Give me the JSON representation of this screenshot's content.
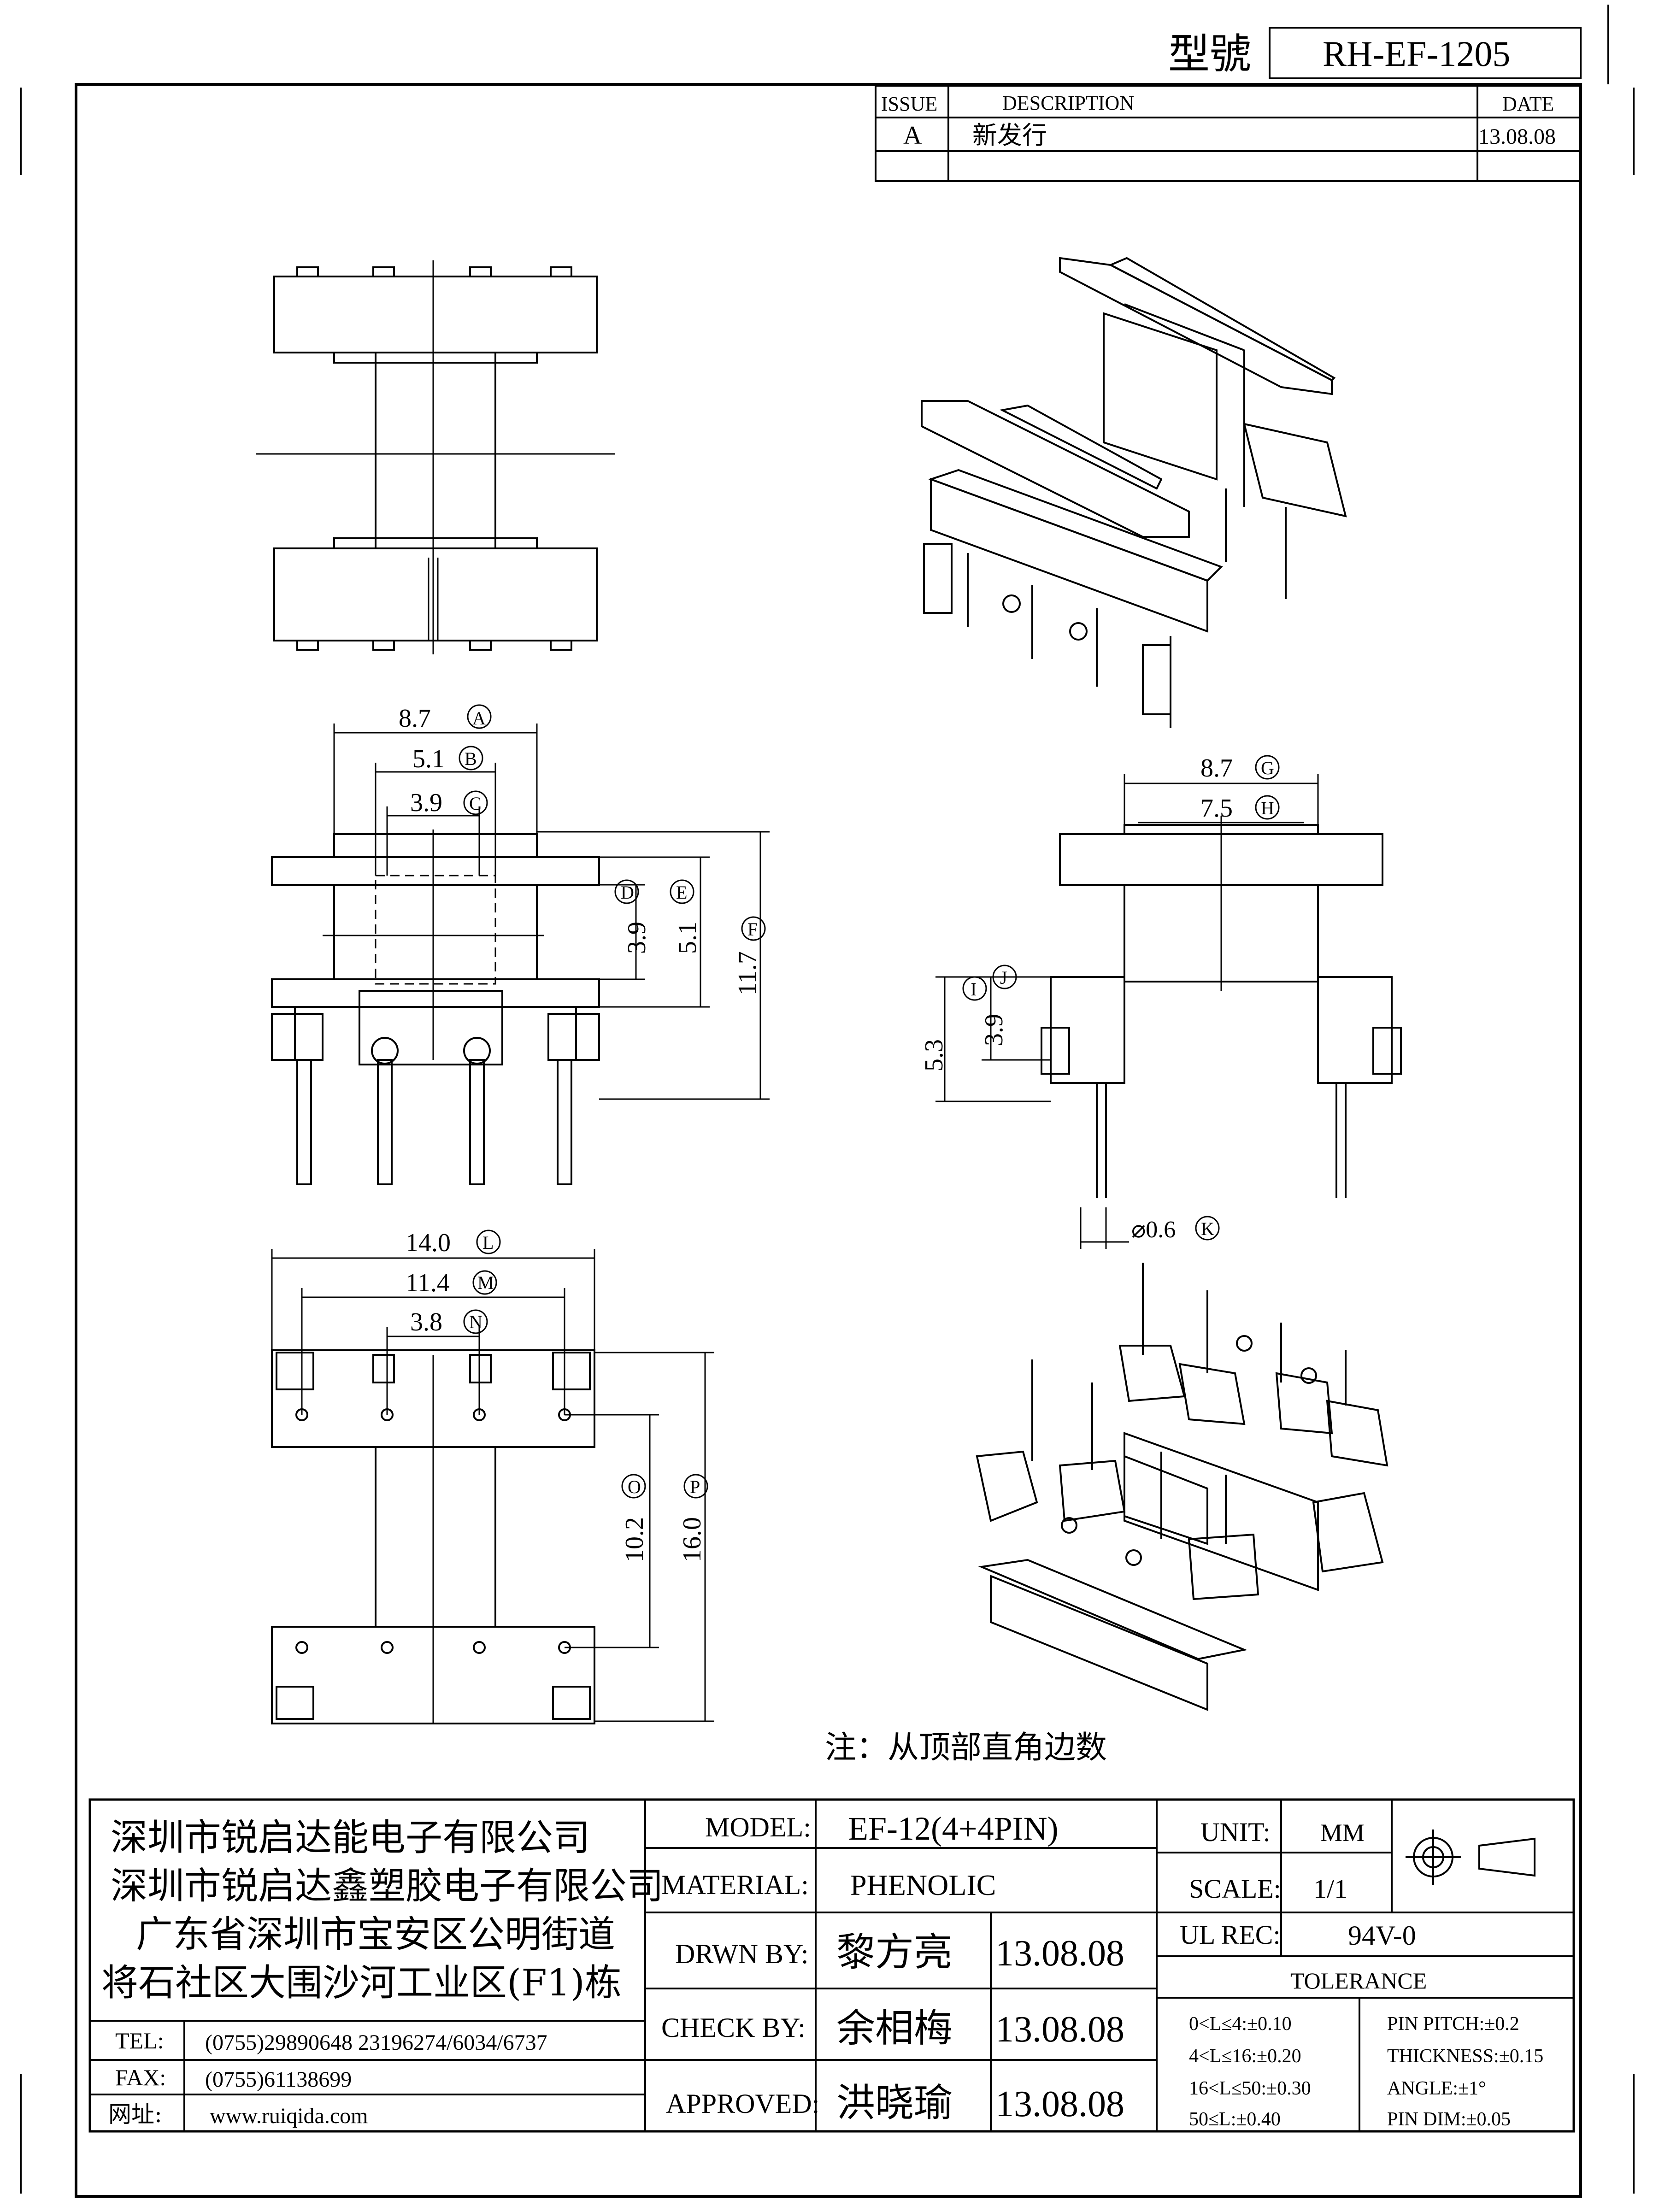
{
  "header": {
    "model_label": "型號",
    "model_no": "RH-EF-1205"
  },
  "revision": {
    "col_issue": "ISSUE",
    "col_desc": "DESCRIPTION",
    "col_date": "DATE",
    "rows": [
      {
        "issue": "A",
        "desc": "新发行",
        "date": "13.08.08"
      }
    ]
  },
  "dims": {
    "A": "8.7",
    "B": "5.1",
    "C": "3.9",
    "D": "3.9",
    "E": "5.1",
    "F": "11.7",
    "G": "8.7",
    "H": "7.5",
    "I": "5.3",
    "J": "3.9",
    "K": "⌀0.6",
    "L": "14.0",
    "M": "11.4",
    "N": "3.8",
    "O": "10.2",
    "P": "16.0",
    "letters": {
      "A": "A",
      "B": "B",
      "C": "C",
      "D": "D",
      "E": "E",
      "F": "F",
      "G": "G",
      "H": "H",
      "I": "I",
      "J": "J",
      "K": "K",
      "L": "L",
      "M": "M",
      "N": "N",
      "O": "O",
      "P": "P"
    }
  },
  "note": "注：从顶部直角边数",
  "company": {
    "lines": [
      "深圳市锐启达能电子有限公司",
      "深圳市锐启达鑫塑胶电子有限公司",
      "广东省深圳市宝安区公明街道",
      "将石社区大围沙河工业区(F1)栋"
    ],
    "tel_label": "TEL:",
    "tel": "(0755)29890648   23196274/6034/6737",
    "fax_label": "FAX:",
    "fax": "(0755)61138699",
    "web_label": "网址:",
    "web": "www.ruiqida.com"
  },
  "titleblock": {
    "model_label": "MODEL:",
    "model": "EF-12(4+4PIN)",
    "material_label": "MATERIAL:",
    "material": "PHENOLIC",
    "drawn_label": "DRWN BY:",
    "drawn": "黎方亮",
    "drawn_date": "13.08.08",
    "check_label": "CHECK BY:",
    "check": "余相梅",
    "check_date": "13.08.08",
    "approved_label": "APPROVED:",
    "approved": "洪晓瑜",
    "approved_date": "13.08.08",
    "unit_label": "UNIT:",
    "unit": "MM",
    "scale_label": "SCALE:",
    "scale": "1/1",
    "ul_label": "UL REC:",
    "ul": "94V-0",
    "tolerance_label": "TOLERANCE",
    "tol_left": [
      "0<L≤4:±0.10",
      "4<L≤16:±0.20",
      "16<L≤50:±0.30",
      "50≤L:±0.40"
    ],
    "tol_right": [
      "PIN PITCH:±0.2",
      "THICKNESS:±0.15",
      "ANGLE:±1°",
      "PIN DIM:±0.05"
    ]
  }
}
